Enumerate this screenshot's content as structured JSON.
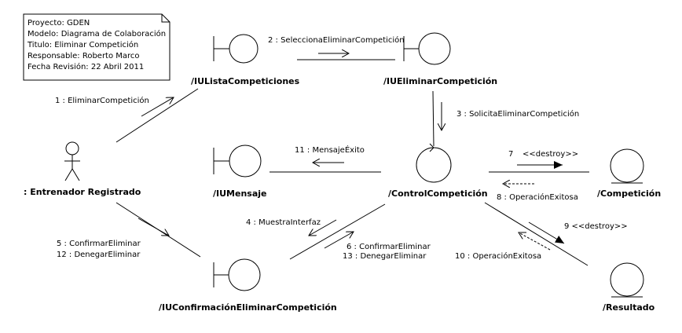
{
  "note": {
    "lines": [
      "Proyecto: GDEN",
      "Modelo: Diagrama de Colaboración",
      "Titulo: Eliminar Competición",
      "Responsable: Roberto Marco",
      "Fecha Revisión: 22 Abril 2011"
    ]
  },
  "objects": {
    "actor": ": Entrenador Registrado",
    "lista": "/IUListaCompeticiones",
    "eliminar": "/IUEliminarCompetición",
    "mensaje": "/IUMensaje",
    "control": "/ControlCompetición",
    "competicion": "/Competición",
    "confirmacion": "/IUConfirmaciónEliminarCompetición",
    "resultado": "/Resultado"
  },
  "messages": {
    "m1": "1 : EliminarCompetición",
    "m2": "2 : SeleccionaEliminarCompetición",
    "m3": "3 : SolicitaEliminarCompetición",
    "m4": "4 : MuestraInterfaz",
    "m5": "5 : ConfirmarEliminar",
    "m12": "12 : DenegarEliminar",
    "m6": "6 : ConfirmarEliminar",
    "m13": "13 : DenegarEliminar",
    "m7": "7",
    "m7b": "<<destroy>>",
    "m8": "8 : OperaciónExitosa",
    "m9": "9 <<destroy>>",
    "m10": "10 : OperaciónExitosa",
    "m11": "11 : MensajeÉxito"
  }
}
